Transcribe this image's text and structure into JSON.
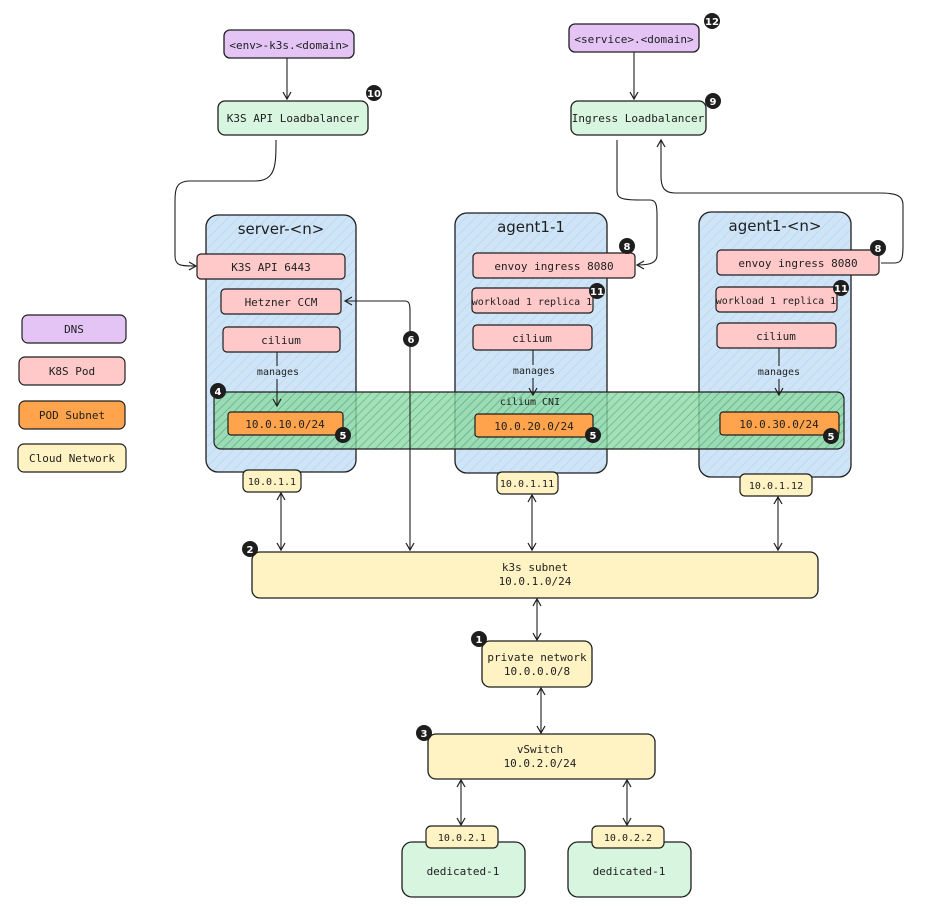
{
  "dns": {
    "k3s_api": "<env>-k3s.<domain>",
    "service": "<service>.<domain>"
  },
  "loadbalancers": {
    "k3s_api": "K3S API Loadbalancer",
    "ingress": "Ingress Loadbalancer"
  },
  "nodes": {
    "server": {
      "title": "server-<n>",
      "k3s_api": "K3S API 6443",
      "ccm": "Hetzner CCM",
      "cilium": "cilium",
      "manages": "manages",
      "pod_subnet": "10.0.10.0/24",
      "ip": "10.0.1.1"
    },
    "agent1": {
      "title": "agent1-1",
      "envoy": "envoy ingress 8080",
      "workload": "workload 1 replica 1",
      "cilium": "cilium",
      "manages": "manages",
      "pod_subnet": "10.0.20.0/24",
      "ip": "10.0.1.11"
    },
    "agentn": {
      "title": "agent1-<n>",
      "envoy": "envoy ingress 8080",
      "workload": "workload 1 replica 1",
      "cilium": "cilium",
      "manages": "manages",
      "pod_subnet": "10.0.30.0/24",
      "ip": "10.0.1.12"
    }
  },
  "cilium_cni": "cilium CNI",
  "k3s_subnet": {
    "line1": "k3s subnet",
    "line2": "10.0.1.0/24"
  },
  "private_network": {
    "line1": "private network",
    "line2": "10.0.0.0/8"
  },
  "vswitch": {
    "line1": "vSwitch",
    "line2": "10.0.2.0/24"
  },
  "dedicated": [
    {
      "ip": "10.0.2.1",
      "name": "dedicated-1"
    },
    {
      "ip": "10.0.2.2",
      "name": "dedicated-1"
    }
  ],
  "legend": [
    "DNS",
    "K8S Pod",
    "POD Subnet",
    "Cloud Network"
  ],
  "badges": {
    "b1": "1",
    "b2": "2",
    "b3": "3",
    "b4": "4",
    "b5a": "5",
    "b5b": "5",
    "b5c": "5",
    "b6": "6",
    "b8a": "8",
    "b8b": "8",
    "b9": "9",
    "b10": "10",
    "b11a": "11",
    "b11b": "11",
    "b12": "12"
  },
  "colors": {
    "dns": "#e3c4f5",
    "pod": "#ffc9c9",
    "pod_subnet": "#ffa44c",
    "cloud_network": "#fff3c4",
    "loadbalancer": "#d8f5df",
    "node": "#cfe5f7",
    "cilium_cni": "#6cc98a",
    "badge": "#1e1e1e",
    "stroke": "#1e1e1e"
  },
  "icons": {
    "badge": "numbered-circle-badge",
    "arrow": "arrow-head"
  }
}
